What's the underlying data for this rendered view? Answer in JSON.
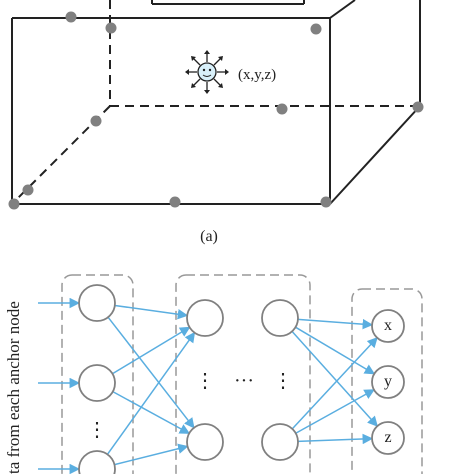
{
  "figure_a": {
    "coordinate_label": "(x,y,z)",
    "caption": "(a)",
    "anchor_dot_count": 10
  },
  "figure_b": {
    "input_label": "ta from each anchor node",
    "hidden_vertical_dots": "⋮",
    "hidden_ellipsis": "···",
    "outputs": [
      "x",
      "y",
      "z"
    ]
  },
  "colors": {
    "line": "#222222",
    "dot": "#808080",
    "dashed_box": "#999999",
    "neuron": "#808080",
    "arrow": "#5aaee0"
  }
}
